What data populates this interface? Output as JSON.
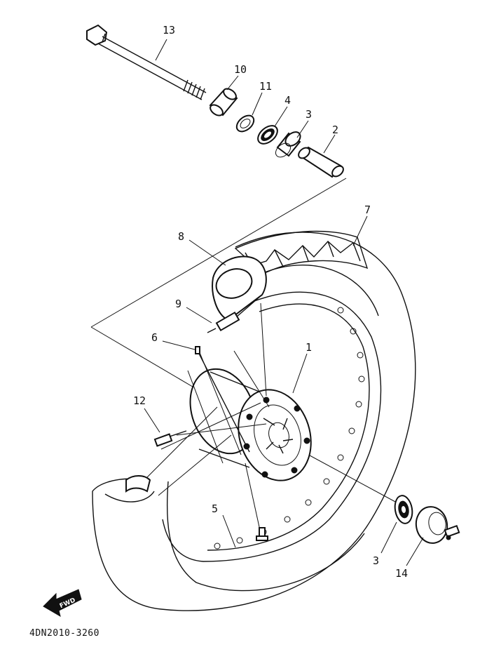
{
  "diagram": {
    "callouts": [
      {
        "id": "c1",
        "label": "1"
      },
      {
        "id": "c2",
        "label": "2"
      },
      {
        "id": "c3a",
        "label": "3"
      },
      {
        "id": "c3b",
        "label": "3"
      },
      {
        "id": "c4",
        "label": "4"
      },
      {
        "id": "c5",
        "label": "5"
      },
      {
        "id": "c6",
        "label": "6"
      },
      {
        "id": "c7",
        "label": "7"
      },
      {
        "id": "c8",
        "label": "8"
      },
      {
        "id": "c9",
        "label": "9"
      },
      {
        "id": "c10",
        "label": "10"
      },
      {
        "id": "c11",
        "label": "11"
      },
      {
        "id": "c12",
        "label": "12"
      },
      {
        "id": "c13",
        "label": "13"
      },
      {
        "id": "c14",
        "label": "14"
      }
    ],
    "drawing_code": "4DN2010-3260",
    "forward_marker": "FWD"
  }
}
